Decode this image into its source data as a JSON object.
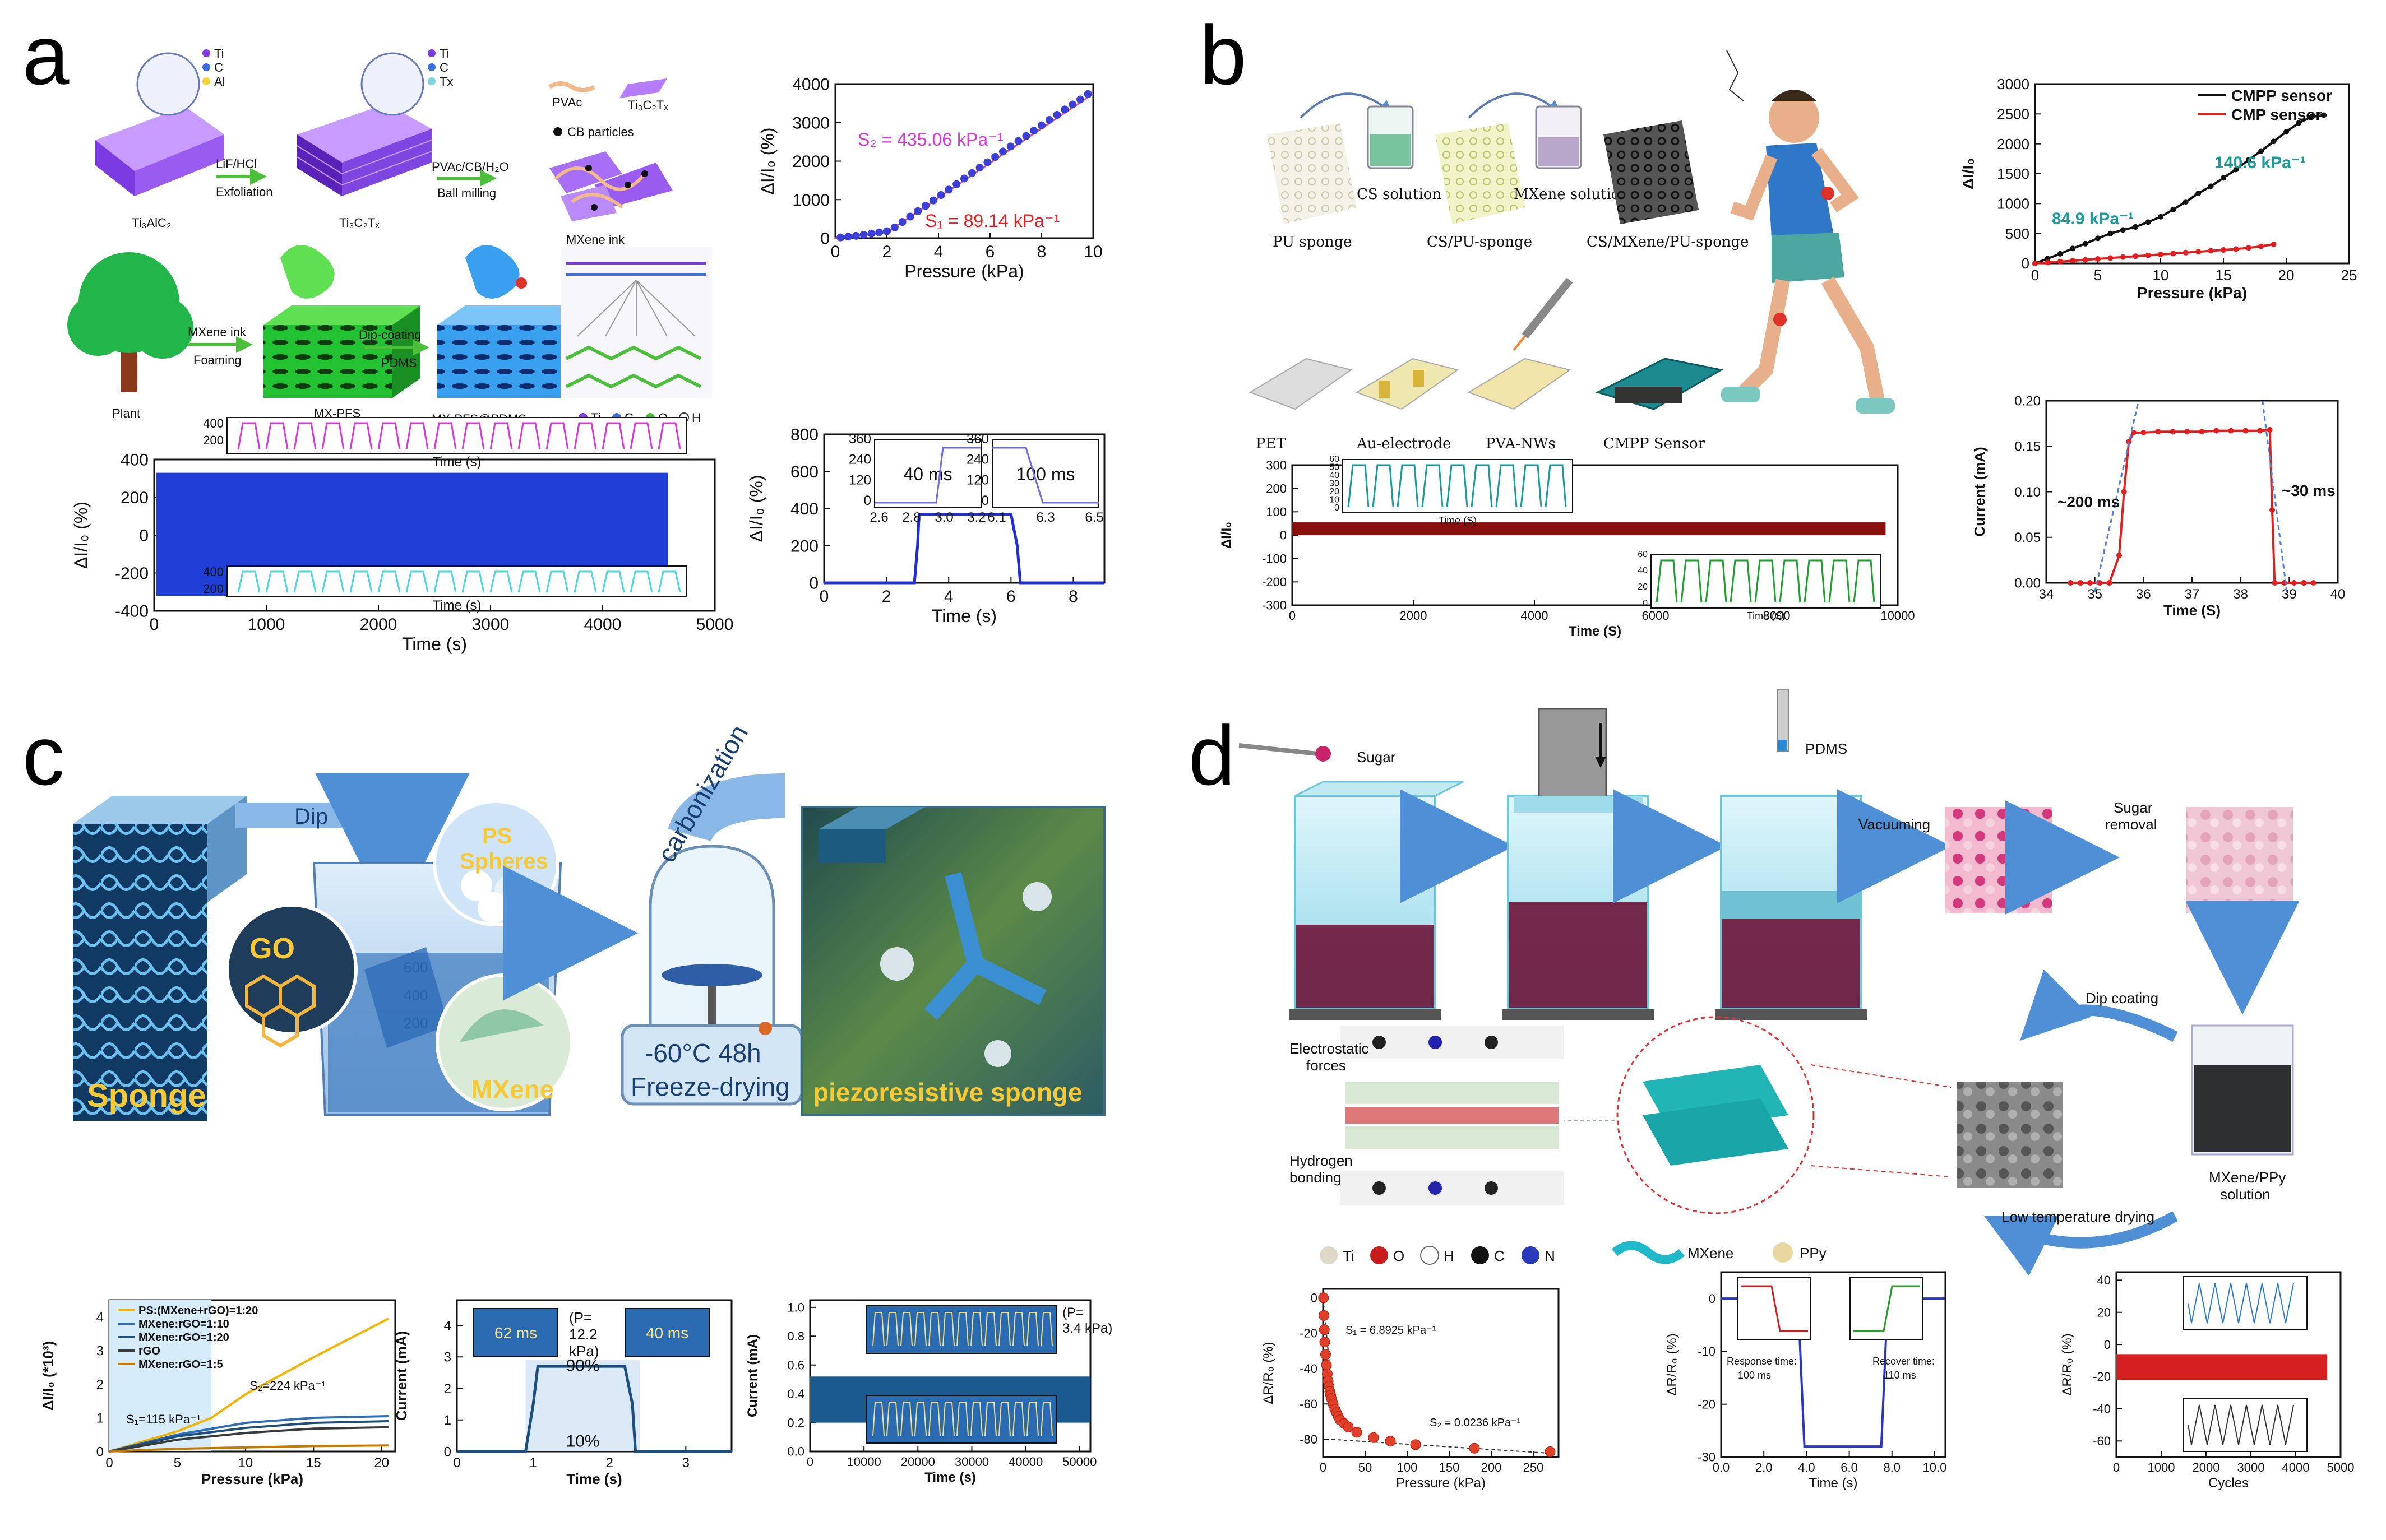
{
  "panels": {
    "a": {
      "letter": "a",
      "schematic": {
        "ti3alc2_legend": [
          "Ti",
          "C",
          "Al"
        ],
        "ti3c2tx_legend": [
          "Ti",
          "C",
          "Tx"
        ],
        "ti3alc2": "Ti₃AlC₂",
        "ti3c2tx": "Ti₃C₂Tₓ",
        "step1": [
          "LiF/HCl",
          "Exfoliation"
        ],
        "step2": [
          "PVAc/CB/H₂O",
          "Ball milling"
        ],
        "ink_legend": [
          "PVAc",
          "Ti₃C₂Tₓ",
          "CB particles"
        ],
        "mxene_ink": "MXene ink",
        "plant": "Plant",
        "step3": [
          "MXene ink",
          "Foaming"
        ],
        "mxpfs": "MX-PFS",
        "step4": [
          "Dip-coating",
          "PDMS"
        ],
        "mxpfs_pdms": "MX-PFS@PDMS",
        "atom_legend": [
          "Ti",
          "C",
          "O",
          "H"
        ]
      }
    },
    "b": {
      "letter": "b",
      "schematic": {
        "pu": "PU sponge",
        "cs": "CS solution",
        "cspu": "CS/PU-sponge",
        "mx": "MXene solution",
        "csmx": "CS/MXene/PU-sponge",
        "pet": "PET",
        "au": "Au-electrode",
        "pva": "PVA-NWs",
        "cmpp": "CMPP Sensor"
      }
    },
    "c": {
      "letter": "c",
      "schematic": {
        "dip": "Dip",
        "ps": "PS Spheres",
        "go": "GO",
        "mxene": "MXene",
        "sponge": "Sponge",
        "carbonization": "carbonization",
        "freeze": [
          "-60°C  48h",
          "Freeze-drying"
        ],
        "piezo": "piezoresistive  sponge",
        "beaker": [
          "600",
          "400",
          "200"
        ]
      }
    },
    "d": {
      "letter": "d",
      "schematic": {
        "sugar": "Sugar",
        "pdms": "PDMS",
        "vacuuming": "Vacuuming",
        "sugar_removal": [
          "Sugar",
          "removal"
        ],
        "dip_coating": "Dip coating",
        "low_temp": "Low temperature drying",
        "solution": [
          "MXene/PPy",
          "solution"
        ],
        "electrostatic": [
          "Electrostatic",
          "forces"
        ],
        "hbond": [
          "Hydrogen",
          "bonding"
        ],
        "atoms": [
          "Ti",
          "O",
          "H",
          "C",
          "N"
        ],
        "mxene": "MXene",
        "ppy": "PPy"
      }
    }
  },
  "chart_data": [
    {
      "id": "a1",
      "type": "scatter",
      "xlabel": "Pressure (kPa)",
      "ylabel": "ΔI/I₀ (%)",
      "xlim": [
        0,
        10
      ],
      "ylim": [
        0,
        4000
      ],
      "xticks": [
        "0",
        "2",
        "4",
        "6",
        "8",
        "10"
      ],
      "yticks": [
        "0",
        "1000",
        "2000",
        "3000",
        "4000"
      ],
      "annotations": [
        "S₂ = 435.06 kPa⁻¹",
        "S₁ = 89.14 kPa⁻¹"
      ],
      "x": [
        0.2,
        0.5,
        0.8,
        1.1,
        1.4,
        1.7,
        2.0,
        2.3,
        2.6,
        2.9,
        3.2,
        3.5,
        3.8,
        4.1,
        4.4,
        4.7,
        5.0,
        5.3,
        5.6,
        5.9,
        6.2,
        6.5,
        6.8,
        7.1,
        7.4,
        7.7,
        8.0,
        8.3,
        8.6,
        8.9,
        9.2,
        9.5,
        9.8
      ],
      "y": [
        20,
        40,
        60,
        90,
        120,
        150,
        180,
        280,
        420,
        560,
        700,
        840,
        980,
        1120,
        1260,
        1400,
        1550,
        1690,
        1830,
        1970,
        2110,
        2250,
        2380,
        2520,
        2650,
        2790,
        2930,
        3070,
        3200,
        3340,
        3470,
        3600,
        3740
      ]
    },
    {
      "id": "a2",
      "type": "line",
      "xlabel": "Time (s)",
      "ylabel": "ΔI/I₀ (%)",
      "xlim": [
        0,
        5000
      ],
      "ylim": [
        -400,
        400
      ],
      "xticks": [
        "0",
        "1000",
        "2000",
        "3000",
        "4000",
        "5000"
      ],
      "yticks": [
        "-400",
        "-200",
        "0",
        "200",
        "400"
      ],
      "inset_xlabel": "Time (s)",
      "inset_yticks_top": [
        "200",
        "400"
      ],
      "inset_yticks_bottom": [
        "200",
        "400"
      ]
    },
    {
      "id": "a3",
      "type": "line",
      "xlabel": "Time (s)",
      "ylabel": "ΔI/I₀ (%)",
      "xlim": [
        0,
        9
      ],
      "ylim": [
        0,
        800
      ],
      "xticks": [
        "0",
        "2",
        "4",
        "6",
        "8"
      ],
      "yticks": [
        "0",
        "200",
        "400",
        "600",
        "800"
      ],
      "x": [
        0,
        2.9,
        3.0,
        3.05,
        6.0,
        6.2,
        6.3,
        9
      ],
      "y": [
        0,
        0,
        200,
        370,
        370,
        200,
        0,
        0
      ],
      "inset1": {
        "label": "40 ms",
        "xticks": [
          "2.6",
          "2.8",
          "3.0",
          "3.2"
        ],
        "yticks": [
          "0",
          "120",
          "240",
          "360"
        ]
      },
      "inset2": {
        "label": "100 ms",
        "xticks": [
          "6.1",
          "6.3",
          "6.5"
        ],
        "yticks": [
          "0",
          "120",
          "240",
          "360"
        ]
      }
    },
    {
      "id": "b1",
      "type": "line",
      "xlabel": "Pressure (kPa)",
      "ylabel": "ΔI/I₀",
      "xlim": [
        0,
        25
      ],
      "ylim": [
        0,
        3000
      ],
      "xticks": [
        "0",
        "5",
        "10",
        "15",
        "20",
        "25"
      ],
      "yticks": [
        "0",
        "500",
        "1000",
        "1500",
        "2000",
        "2500",
        "3000"
      ],
      "annotations": [
        "84.9 kPa⁻¹",
        "140.6 kPa⁻¹"
      ],
      "series": [
        {
          "name": "CMPP sensor",
          "color": "#111111",
          "x": [
            0,
            1,
            2,
            3,
            4,
            5,
            6,
            7,
            8,
            9,
            10,
            11,
            12,
            13,
            14,
            15,
            16,
            17,
            18,
            19,
            20,
            21,
            22,
            23
          ],
          "y": [
            0,
            80,
            160,
            250,
            330,
            420,
            500,
            560,
            610,
            690,
            780,
            900,
            1030,
            1170,
            1290,
            1430,
            1570,
            1730,
            1880,
            2040,
            2200,
            2350,
            2450,
            2480
          ]
        },
        {
          "name": "CMP sensor",
          "color": "#e02020",
          "x": [
            0,
            1,
            2,
            3,
            4,
            5,
            6,
            7,
            8,
            9,
            10,
            11,
            12,
            13,
            14,
            15,
            16,
            17,
            18,
            19
          ],
          "y": [
            0,
            15,
            30,
            45,
            60,
            75,
            90,
            105,
            120,
            135,
            150,
            165,
            180,
            195,
            210,
            225,
            240,
            260,
            285,
            320
          ]
        }
      ]
    },
    {
      "id": "b2",
      "type": "line",
      "xlabel": "Time (S)",
      "ylabel": "ΔI/I₀",
      "xlim": [
        0,
        10000
      ],
      "ylim": [
        -300,
        300
      ],
      "xticks": [
        "0",
        "2000",
        "4000",
        "6000",
        "8000",
        "10000"
      ],
      "yticks": [
        "-300",
        "-200",
        "-100",
        "0",
        "100",
        "200",
        "300"
      ],
      "inset_xlabel": "Time (S)",
      "inset1_yticks": [
        "0",
        "10",
        "20",
        "30",
        "40",
        "50",
        "60"
      ],
      "inset2_yticks": [
        "0",
        "20",
        "40",
        "60"
      ]
    },
    {
      "id": "b3",
      "type": "line",
      "xlabel": "Time (S)",
      "ylabel": "Current (mA)",
      "xlim": [
        34,
        40
      ],
      "ylim": [
        0,
        0.2
      ],
      "xticks": [
        "34",
        "35",
        "36",
        "37",
        "38",
        "39",
        "40"
      ],
      "yticks": [
        "0.00",
        "0.05",
        "0.10",
        "0.15",
        "0.20"
      ],
      "annotations": [
        "~200 ms",
        "~30 ms"
      ],
      "x": [
        34.5,
        34.7,
        34.9,
        35.1,
        35.3,
        35.5,
        35.6,
        35.7,
        35.8,
        36.0,
        36.3,
        36.6,
        36.9,
        37.2,
        37.5,
        37.8,
        38.1,
        38.4,
        38.6,
        38.65,
        38.7,
        38.9,
        39.1,
        39.3,
        39.5
      ],
      "y": [
        0.0,
        0.0,
        0.0,
        0.0,
        0.0,
        0.03,
        0.1,
        0.155,
        0.165,
        0.165,
        0.166,
        0.166,
        0.166,
        0.166,
        0.167,
        0.167,
        0.167,
        0.167,
        0.168,
        0.08,
        0.0,
        0.0,
        0.0,
        0.0,
        0.0
      ]
    },
    {
      "id": "c1",
      "type": "line",
      "xlabel": "Pressure (kPa)",
      "ylabel": "ΔI/I₀ (*10³)",
      "xlim": [
        0,
        21
      ],
      "ylim": [
        0,
        4.5
      ],
      "xticks": [
        "0",
        "5",
        "10",
        "15",
        "20"
      ],
      "yticks": [
        "0",
        "1",
        "2",
        "3",
        "4"
      ],
      "annotations": [
        "S₂=224 kPa⁻¹",
        "S₁=115 kPa⁻¹"
      ],
      "series": [
        {
          "name": "PS:(MXene+rGO)=1:20",
          "color": "#f2b400",
          "x": [
            0,
            5,
            7.5,
            10,
            15,
            20.5
          ],
          "y": [
            0,
            0.6,
            1.0,
            1.7,
            2.8,
            3.95
          ]
        },
        {
          "name": "MXene:rGO=1:10",
          "color": "#2f6db5",
          "x": [
            0,
            5,
            10,
            15,
            20.5
          ],
          "y": [
            0,
            0.5,
            0.85,
            1.0,
            1.05
          ]
        },
        {
          "name": "MXene:rGO=1:20",
          "color": "#1f4e79",
          "x": [
            0,
            5,
            10,
            15,
            20.5
          ],
          "y": [
            0,
            0.45,
            0.7,
            0.85,
            0.9
          ]
        },
        {
          "name": "rGO",
          "color": "#3a3a3a",
          "x": [
            0,
            5,
            10,
            15,
            20.5
          ],
          "y": [
            0,
            0.35,
            0.55,
            0.68,
            0.72
          ]
        },
        {
          "name": "MXene:rGO=1:5",
          "color": "#c27a00",
          "x": [
            0,
            5,
            10,
            15,
            20.5
          ],
          "y": [
            0,
            0.08,
            0.12,
            0.16,
            0.18
          ]
        }
      ]
    },
    {
      "id": "c2",
      "type": "line",
      "xlabel": "Time (s)",
      "ylabel": "Current (mA)",
      "xlim": [
        0,
        3.6
      ],
      "ylim": [
        0,
        4.8
      ],
      "xticks": [
        "0",
        "1",
        "2",
        "3"
      ],
      "yticks": [
        "0",
        "1",
        "2",
        "3",
        "4"
      ],
      "annotations": [
        "62 ms",
        "40 ms",
        "(P= 12.2 kPa)",
        "90%",
        "10%"
      ],
      "x": [
        0,
        0.9,
        1.0,
        1.06,
        2.2,
        2.3,
        2.34,
        3.6
      ],
      "y": [
        0,
        0,
        1.5,
        2.7,
        2.7,
        1.5,
        0,
        0
      ]
    },
    {
      "id": "c3",
      "type": "line",
      "xlabel": "Time (s)",
      "ylabel": "Current (mA)",
      "xlim": [
        0,
        52000
      ],
      "ylim": [
        0,
        1.05
      ],
      "xticks": [
        "0",
        "10000",
        "20000",
        "30000",
        "40000",
        "50000"
      ],
      "yticks": [
        "0.0",
        "0.2",
        "0.4",
        "0.6",
        "0.8",
        "1.0"
      ],
      "annotations": [
        "(P= 3.4 kPa)"
      ]
    },
    {
      "id": "d1",
      "type": "scatter",
      "xlabel": "Pressure (kPa)",
      "ylabel": "ΔR/R₀ (%)",
      "xlim": [
        0,
        280
      ],
      "ylim": [
        -90,
        5
      ],
      "xticks": [
        "0",
        "50",
        "100",
        "150",
        "200",
        "250"
      ],
      "yticks": [
        "0",
        "-20",
        "-40",
        "-60",
        "-80"
      ],
      "annotations": [
        "S₁ = 6.8925 kPa⁻¹",
        "S₂ = 0.0236 kPa⁻¹"
      ],
      "x": [
        0.5,
        1,
        1.5,
        2,
        3,
        4,
        5,
        6,
        7,
        8,
        9,
        10,
        12,
        14,
        16,
        18,
        20,
        25,
        30,
        40,
        60,
        80,
        110,
        180,
        270
      ],
      "y": [
        0,
        -10,
        -18,
        -25,
        -32,
        -38,
        -43,
        -47,
        -50,
        -53,
        -55,
        -57,
        -60,
        -63,
        -65,
        -67,
        -69,
        -71,
        -73,
        -76,
        -79,
        -81,
        -83,
        -85,
        -87
      ]
    },
    {
      "id": "d2",
      "type": "line",
      "xlabel": "Time (s)",
      "ylabel": "ΔR/R₀ (%)",
      "xlim": [
        0,
        10.5
      ],
      "ylim": [
        -30,
        5
      ],
      "xticks": [
        "0.0",
        "2.0",
        "4.0",
        "6.0",
        "8.0",
        "10.0"
      ],
      "yticks": [
        "0",
        "-10",
        "-20",
        "-30"
      ],
      "annotations": [
        "Response time:",
        "100 ms",
        "Recover time:",
        "110 ms"
      ],
      "x": [
        0,
        3.6,
        3.75,
        3.9,
        7.5,
        7.65,
        7.8,
        10.5
      ],
      "y": [
        0,
        0,
        -14,
        -28,
        -28,
        -14,
        0,
        0
      ]
    },
    {
      "id": "d3",
      "type": "line",
      "xlabel": "Cycles",
      "ylabel": "ΔR/R₀ (%)",
      "xlim": [
        0,
        5000
      ],
      "ylim": [
        -70,
        45
      ],
      "xticks": [
        "0",
        "1000",
        "2000",
        "3000",
        "4000",
        "5000"
      ],
      "yticks": [
        "-60",
        "-40",
        "-20",
        "0",
        "20",
        "40"
      ]
    }
  ]
}
